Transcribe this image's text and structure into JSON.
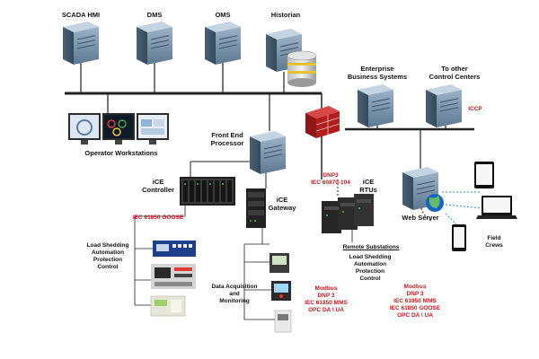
{
  "servers": {
    "scada": "SCADA HMI",
    "dms": "DMS",
    "oms": "OMS",
    "historian": "Historian"
  },
  "enterprise": {
    "line1": "Enterprise",
    "line2": "Business Systems"
  },
  "other_centers": {
    "line1": "To other",
    "line2": "Control Centers"
  },
  "iccp": "ICCP",
  "operator_workstations": "Operator Workstations",
  "front_end": {
    "line1": "Front End",
    "line2": "Processor"
  },
  "ice_controller": {
    "line1": "iCE",
    "line2": "Controller"
  },
  "ice_gateway": {
    "line1": "iCE",
    "line2": "Gateway"
  },
  "ice_rtus": {
    "line1": "iCE",
    "line2": "RTUs"
  },
  "dnp3_left": {
    "line1": "DNP3",
    "line2": "IEC 60870-104"
  },
  "iec_goose": "IEC 61850 GOOSE",
  "load_shedding_left": [
    "Load Shedding",
    "Automation",
    "Protection",
    "Control"
  ],
  "remote_substations": "Remote Substations",
  "load_shedding_right": [
    "Load Shedding",
    "Automation",
    "Protection",
    "Control"
  ],
  "web_server": "Web Server",
  "field_crews": {
    "line1": "Field",
    "line2": "Crews"
  },
  "data_acquisition": {
    "line1": "Data Acquisition",
    "line2": "and",
    "line3": "Monitoring"
  },
  "protocols_left": [
    "Modbus",
    "DNP 3",
    "IEC 61850 MMS",
    "OPC DA \\ UA"
  ],
  "protocols_right": [
    "Modbus",
    "DNP 3",
    "IEC 61850 MMS",
    "IEC 61850 GOOSE",
    "OPC DA \\ UA"
  ],
  "colors": {
    "protocol_red": "#c3171d",
    "server_blue": "#7e9ab2",
    "firewall_red": "#b21e1e",
    "network_line": "#222222"
  }
}
